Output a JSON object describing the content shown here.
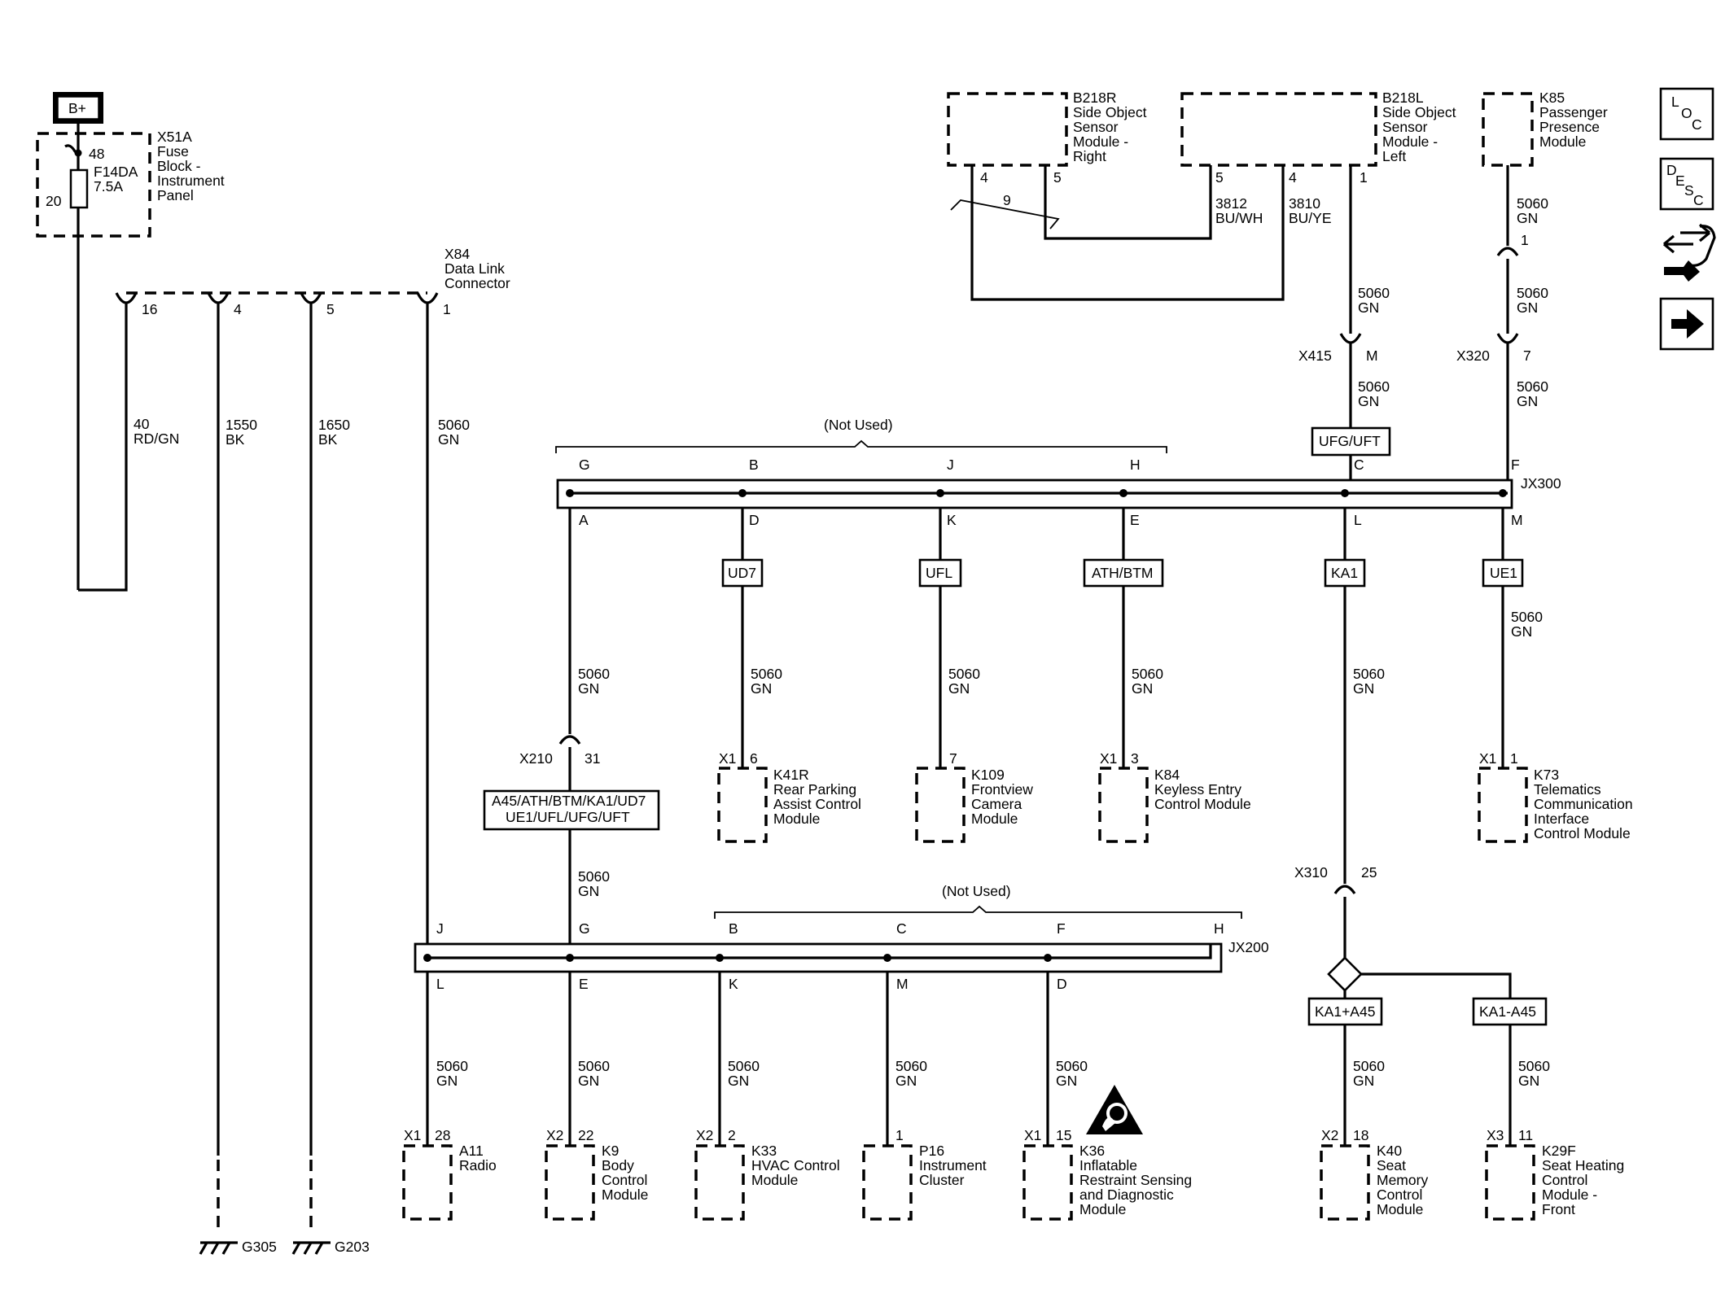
{
  "nav_icons": [
    {
      "name": "loc",
      "letters": [
        "L",
        "O",
        "C"
      ]
    },
    {
      "name": "desc",
      "letters": [
        "D",
        "E",
        "S",
        "C"
      ]
    },
    {
      "name": "connector-wrench-icon"
    },
    {
      "name": "next-arrow-icon"
    }
  ],
  "power": {
    "label": "B+"
  },
  "fuse_block": {
    "ref": "X51A",
    "lines": [
      "Fuse",
      "Block -",
      "Instrument",
      "Panel"
    ],
    "fuse": "F14DA",
    "rating": "7.5A",
    "pin_in": "48",
    "pin_out": "20"
  },
  "dlc": {
    "ref": "X84",
    "lines": [
      "Data Link",
      "Connector"
    ],
    "pins": [
      "16",
      "4",
      "5",
      "1"
    ]
  },
  "wires": {
    "w16": [
      "40",
      "RD/GN"
    ],
    "w4": [
      "1550",
      "BK"
    ],
    "w5": [
      "1650",
      "BK"
    ],
    "w1": [
      "5060",
      "GN"
    ],
    "b218r_4_to_b218l_4": "9",
    "b218l_5": [
      "3812",
      "BU/WH"
    ],
    "b218l_4": [
      "3810",
      "BU/YE"
    ],
    "gn": [
      "5060",
      "GN"
    ]
  },
  "grounds": [
    "G305",
    "G203"
  ],
  "b218r": {
    "ref": "B218R",
    "lines": [
      "Side Object",
      "Sensor",
      "Module -",
      "Right"
    ],
    "pins": [
      "4",
      "5"
    ]
  },
  "b218l": {
    "ref": "B218L",
    "lines": [
      "Side Object",
      "Sensor",
      "Module -",
      "Left"
    ],
    "pins": [
      "5",
      "4",
      "1"
    ]
  },
  "k85": {
    "ref": "K85",
    "lines": [
      "Passenger",
      "Presence",
      "Module"
    ]
  },
  "inline": {
    "x415": [
      "X415",
      "M"
    ],
    "x320": [
      "X320",
      "7"
    ],
    "k85_pin": "1",
    "x210": [
      "X210",
      "31"
    ],
    "x310": [
      "X310",
      "25"
    ]
  },
  "options": {
    "ufg_uft": "UFG/UFT",
    "ud7": "UD7",
    "ufl": "UFL",
    "ath_btm": "ATH/BTM",
    "ka1": "KA1",
    "ue1": "UE1",
    "multi": [
      "A45/ATH/BTM/KA1/UD7",
      "UE1/UFL/UFG/UFT"
    ],
    "ka1_a45_plus": "KA1+A45",
    "ka1_a45_minus": "KA1-A45"
  },
  "jx300": {
    "ref": "JX300",
    "not_used": "(Not Used)",
    "top": [
      "G",
      "B",
      "J",
      "H",
      "C",
      "F"
    ],
    "bottom": [
      "A",
      "D",
      "K",
      "E",
      "L",
      "M"
    ]
  },
  "jx200": {
    "ref": "JX200",
    "not_used": "(Not Used)",
    "top": [
      "J",
      "G",
      "B",
      "C",
      "F",
      "H"
    ],
    "bottom": [
      "L",
      "E",
      "K",
      "M",
      "D"
    ]
  },
  "mid_modules": {
    "k41r": {
      "conn": "X1",
      "pin": "6",
      "ref": "K41R",
      "lines": [
        "Rear Parking",
        "Assist Control",
        "Module"
      ]
    },
    "k109": {
      "pin": "7",
      "ref": "K109",
      "lines": [
        "Frontview",
        "Camera",
        "Module"
      ]
    },
    "k84": {
      "conn": "X1",
      "pin": "3",
      "ref": "K84",
      "lines": [
        "Keyless Entry",
        "Control Module"
      ]
    },
    "k73": {
      "conn": "X1",
      "pin": "1",
      "ref": "K73",
      "lines": [
        "Telematics",
        "Communication",
        "Interface",
        "Control Module"
      ]
    }
  },
  "bottom_modules": {
    "a11": {
      "conn": "X1",
      "pin": "28",
      "ref": "A11",
      "lines": [
        "Radio"
      ]
    },
    "k9": {
      "conn": "X2",
      "pin": "22",
      "ref": "K9",
      "lines": [
        "Body",
        "Control",
        "Module"
      ]
    },
    "k33": {
      "conn": "X2",
      "pin": "2",
      "ref": "K33",
      "lines": [
        "HVAC Control",
        "Module"
      ]
    },
    "p16": {
      "pin": "1",
      "ref": "P16",
      "lines": [
        "Instrument",
        "Cluster"
      ]
    },
    "k36": {
      "conn": "X1",
      "pin": "15",
      "ref": "K36",
      "lines": [
        "Inflatable",
        "Restraint Sensing",
        "and Diagnostic",
        "Module"
      ]
    },
    "k40": {
      "conn": "X2",
      "pin": "18",
      "ref": "K40",
      "lines": [
        "Seat",
        "Memory",
        "Control",
        "Module"
      ]
    },
    "k29f": {
      "conn": "X3",
      "pin": "11",
      "ref": "K29F",
      "lines": [
        "Seat Heating",
        "Control",
        "Module -",
        "Front"
      ]
    }
  },
  "warning_icon": "airbag-warning-icon"
}
